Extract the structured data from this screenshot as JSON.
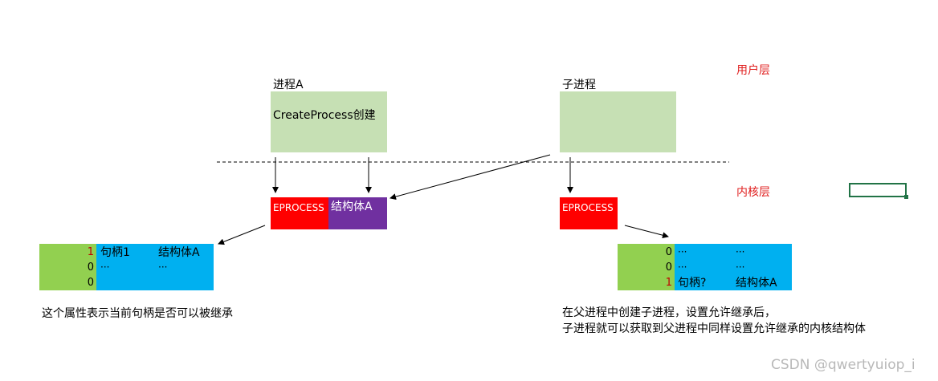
{
  "labels": {
    "user_layer": "用户层",
    "kernel_layer": "内核层",
    "process_a": "进程A",
    "child_process": "子进程",
    "create_process": "CreateProcess创建",
    "eprocess": "EPROCESS",
    "struct_a": "结构体A",
    "watermark": "CSDN @qwertyuiop_i"
  },
  "left_table": {
    "rows": [
      {
        "flag": "1",
        "flag_color": "#c00000",
        "handle": "句柄1",
        "object": "结构体A"
      },
      {
        "flag": "0",
        "flag_color": "#000000",
        "handle": "···",
        "object": "···"
      },
      {
        "flag": "0",
        "flag_color": "#000000",
        "handle": "",
        "object": ""
      }
    ]
  },
  "right_table": {
    "rows": [
      {
        "flag": "0",
        "flag_color": "#000000",
        "handle": "···",
        "object": "···"
      },
      {
        "flag": "0",
        "flag_color": "#000000",
        "handle": "···",
        "object": "···"
      },
      {
        "flag": "1",
        "flag_color": "#c00000",
        "handle": "句柄?",
        "object": "结构体A"
      }
    ]
  },
  "notes": {
    "left": "这个属性表示当前句柄是否可以被继承",
    "right_line1": "在父进程中创建子进程，设置允许继承后，",
    "right_line2": "子进程就可以获取到父进程中同样设置允许继承的内核结构体"
  },
  "colors": {
    "user_box": "#c6e0b4",
    "eprocess": "#ff0000",
    "struct": "#7030a0",
    "flag_column": "#92d050",
    "handle_column": "#00b0f0",
    "layer_label": "#e02020",
    "selected_cell_border": "#217346"
  }
}
